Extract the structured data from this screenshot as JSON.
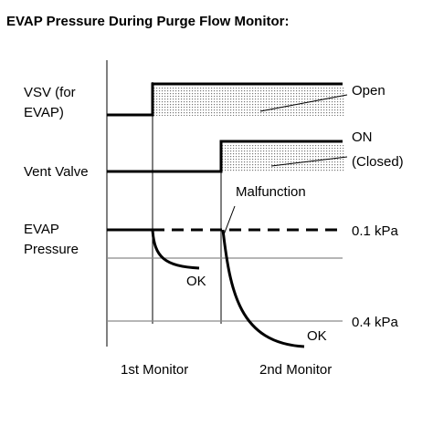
{
  "title": "EVAP Pressure During Purge Flow Monitor:",
  "signals": {
    "vsv": {
      "label_line1": "VSV (for",
      "label_line2": "EVAP)",
      "state": "Open"
    },
    "vent_valve": {
      "label": "Vent Valve",
      "state_line1": "ON",
      "state_line2": "(Closed)"
    },
    "evap_pressure": {
      "label_line1": "EVAP",
      "label_line2": "Pressure"
    }
  },
  "pressure_levels": {
    "upper": "0.1 kPa",
    "lower": "0.4 kPa"
  },
  "annotations": {
    "malfunction": "Malfunction",
    "ok_first": "OK",
    "ok_second": "OK"
  },
  "monitors": {
    "first": "1st Monitor",
    "second": "2nd Monitor"
  },
  "colors": {
    "line": "#000000",
    "reference_line": "#8a8a8a",
    "hatch": "#777777",
    "background": "#ffffff"
  }
}
